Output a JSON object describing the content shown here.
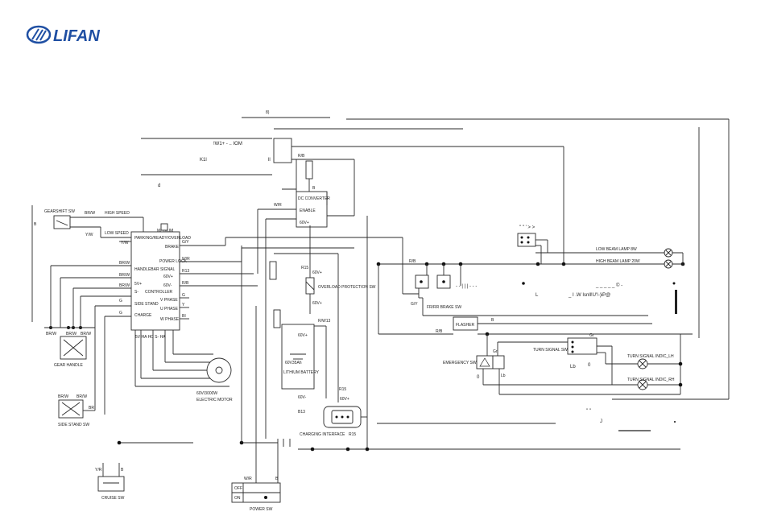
{
  "brand": {
    "logo_text": "LIFAN",
    "logo_color": "#1f4fa3"
  },
  "header_garble": {
    "a": "8)",
    "b": "!W1+  -  ..  IOM",
    "c": "K1l",
    "d": "ll",
    "e": "d"
  },
  "labels": {
    "gearshift_sw": "GEARSHIFT SW",
    "high_speed": "HIGH SPEED",
    "low_speed": "LOW SPEED",
    "yw1": "Y/W",
    "yw2": "Y/W",
    "bw1": "BR/W",
    "b1": "B",
    "gear_handle": "GEAR HANDLE",
    "side_stand_sw": "SIDE STAND SW",
    "bw_a": "BR/W",
    "bw_b": "BR/W",
    "bw_c": "BR/W",
    "bw_d": "BR/W",
    "bw_e": "BR/W",
    "bw_f": "BR/W",
    "g1": "G",
    "g2": "G",
    "br1": "BR",
    "rb_top": "R/B",
    "dc_converter": "DC CONVERTER",
    "enable": "ENABLE",
    "v60plus": "60V+",
    "b_dc": "B",
    "wr1": "W/R",
    "controller": "CONTROLLER",
    "brake": "BRAKE",
    "power_lock": "POWER LOCK",
    "v60a": "60V+",
    "v60b": "60V-",
    "v_phase": "V PHASE",
    "u_phase": "U PHASE",
    "w_phase": "W PHASE",
    "parking": "PARKING/READY/OVERLOAD",
    "handle_signal": "HANDLEBAR SIGNAL",
    "sv5": "5V+",
    "s_minus": "S-",
    "side_stand": "SIDE STAND",
    "charge": "CHARGE",
    "medium": "MEDIUM",
    "gy": "G/Y",
    "wr2": "W/R",
    "r13": "R13",
    "rb_mid": "R/B",
    "cy": "G",
    "yy": "Y",
    "bb": "BI",
    "motor": "60V/3000W",
    "electric_motor": "ELECTRIC MOTOR",
    "overload": "OVERLOAD PROTECTION SW",
    "r15": "R15",
    "v60c": "60V+",
    "v60d": "60V+",
    "battery": "60V35Ah",
    "lithium": "LITHIUM BATTERY",
    "rw13": "R/W13",
    "b13": "B13",
    "r15b": "R15",
    "v60e": "60V+",
    "v60f": "60V-",
    "charging_interface": "CHARGING INTERFACE",
    "rb1": "R/B",
    "rb2": "R/B",
    "gy2": "G/Y",
    "fr_rr_brake": "FR/RR BRAKE SW",
    "flasher": "FLASHER",
    "rb3": "R/B",
    "emergency": "EMERGENCY SW",
    "gr1": "Gr",
    "gr2": "Gr",
    "turn_signal_sw": "TURN SIGNAL SW",
    "lb": "Lb",
    "low_beam": "LOW BEAM LAMP 8W",
    "high_beam": "HIGH BEAM LAMP 20W",
    "turn_lh": "TURN SIGNAL INDIC_LH",
    "turn_rh": "TURN SIGNAL INDIC_RH",
    "cruise_sw": "CRUISE SW",
    "power_sw": "POWER SW",
    "off": "OFF",
    "on": "ON",
    "yr": "Y/R",
    "b_cruise": "B",
    "wr_p": "W/R",
    "b_p": "B",
    "garble_r1": "- -  |  | | -  -  -",
    "garble_r2": "L",
    "garble_r3": "_ _  _ _ _   ©  -",
    "garble_r4": "_ I .W  Isnll!U'!-)iP@",
    "garble_r5": "J",
    "garble_r6": "\" \" ' > >",
    "zero1": "0",
    "zero2": "0",
    "lb2": "Lb"
  }
}
